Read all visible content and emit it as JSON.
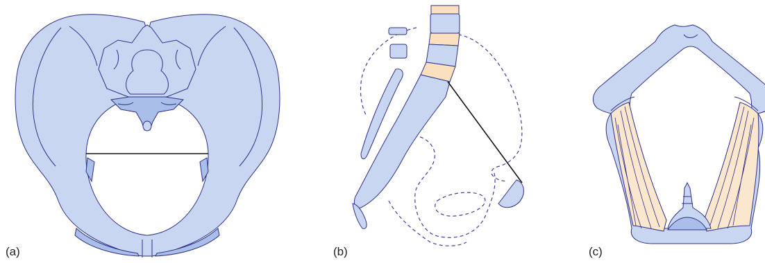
{
  "panels": {
    "a": {
      "label": "(a)"
    },
    "b": {
      "label": "(b)"
    },
    "c": {
      "label": "(c)"
    }
  },
  "colors": {
    "bone": "#c9d6f1",
    "bone_shade": "#a9bee9",
    "outline": "#2d2f86",
    "cartilage": "#fbe0bf",
    "measure_line": "#111111"
  }
}
